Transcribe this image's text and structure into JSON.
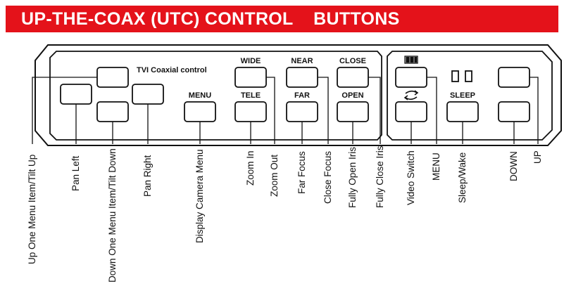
{
  "banner": {
    "title": "UP-THE-COAX (UTC) CONTROL    BUTTONS",
    "color": "#e4121a"
  },
  "panel": {
    "caption": "TVI Coaxial control"
  },
  "button_labels": {
    "wide": "WIDE",
    "near": "NEAR",
    "close": "CLOSE",
    "menu": "MENU",
    "tele": "TELE",
    "far": "FAR",
    "open": "OPEN",
    "sleep": "SLEEP"
  },
  "icons": {
    "video_switch_top": "video-bars-icon",
    "video_switch": "swap-arrows-icon",
    "sleep_display": "two-rectangles-icon"
  },
  "callouts": [
    "Up One Menu Item/Tilt Up",
    "Pan Left",
    "Down One Menu Item/Tilt Down",
    "Pan Right",
    "Display Camera Menu",
    "Zoom In",
    "Zoom Out",
    "Far Focus",
    "Close Focus",
    "Fully Open Iris",
    "Fully Close Iris",
    "Video Switch",
    "MENU",
    "Sleep/Wake",
    "DOWN",
    "UP"
  ]
}
